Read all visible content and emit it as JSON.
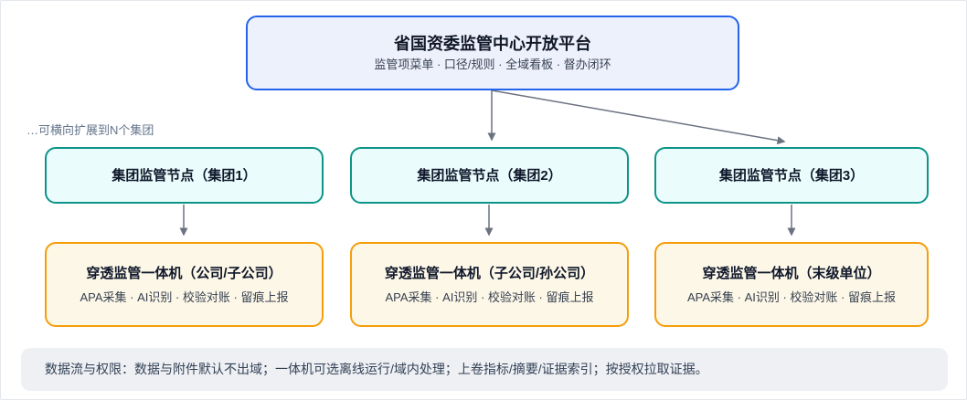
{
  "colors": {
    "platform_border": "#2563eb",
    "platform_fill": "#edf1fc",
    "group_border": "#0d9488",
    "group_fill": "#eafcfc",
    "appliance_border": "#f59e0b",
    "appliance_fill": "#fdf7e7",
    "footer_fill": "#eef0f4",
    "connector": "#6b7280"
  },
  "platform": {
    "title": "省国资委监管中心开放平台",
    "subtitle": "监管项菜单 · 口径/规则 · 全域看板 · 督办闭环"
  },
  "expand_note": "…可横向扩展到N个集团",
  "groups": [
    {
      "label": "集团监管节点（集团1）"
    },
    {
      "label": "集团监管节点（集团2）"
    },
    {
      "label": "集团监管节点（集团3）"
    }
  ],
  "appliances": [
    {
      "title": "穿透监管一体机（公司/子公司）",
      "subtitle": "APA采集 · AI识别 · 校验对账 · 留痕上报"
    },
    {
      "title": "穿透监管一体机（子公司/孙公司）",
      "subtitle": "APA采集 · AI识别 · 校验对账 · 留痕上报"
    },
    {
      "title": "穿透监管一体机（末级单位）",
      "subtitle": "APA采集 · AI识别 · 校验对账 · 留痕上报"
    }
  ],
  "footer_note": "数据流与权限：数据与附件默认不出域；一体机可选离线运行/域内处理；上卷指标/摘要/证据索引；按授权拉取证据。"
}
